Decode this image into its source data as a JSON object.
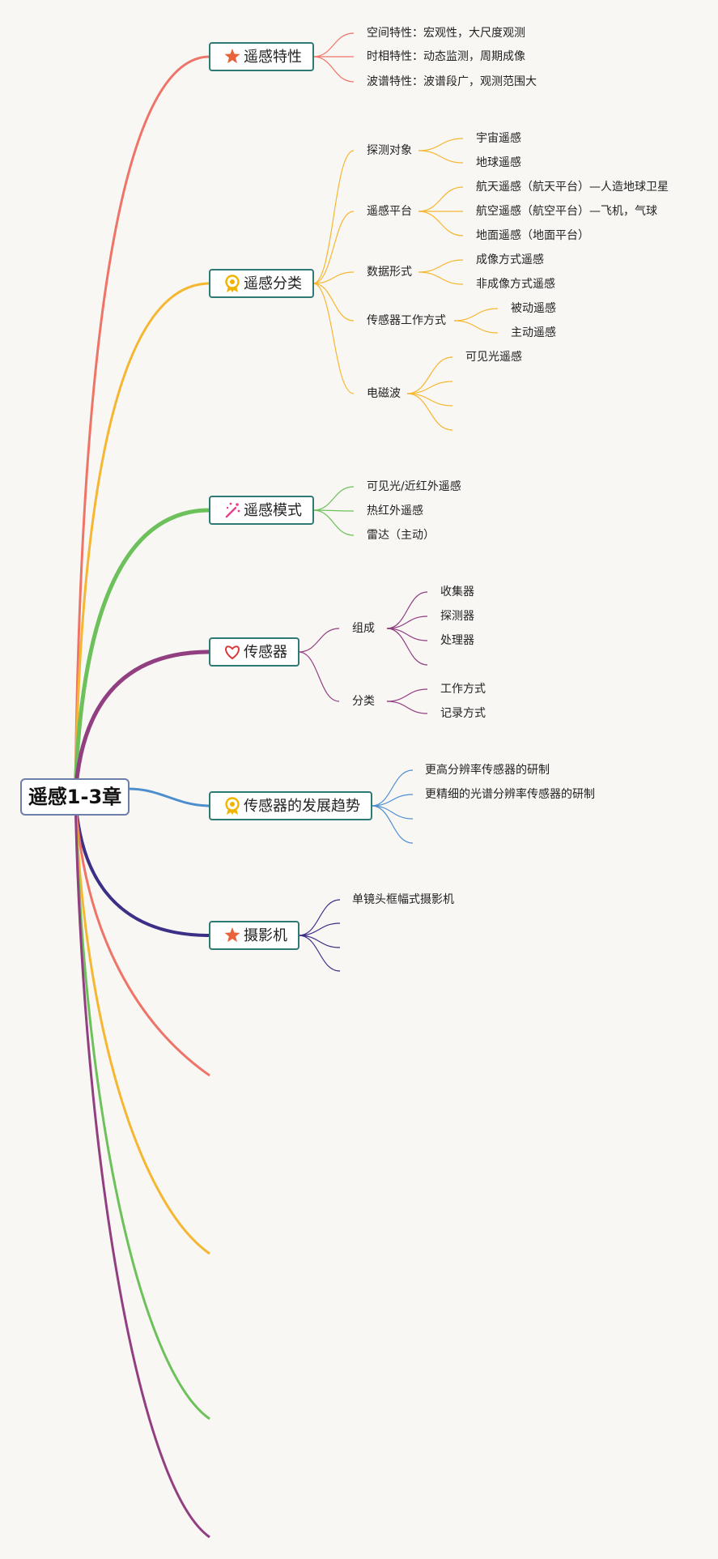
{
  "root": {
    "label": "遥感1-3章"
  },
  "colors": {
    "background": "#f9f7f4",
    "box_border": "#2f7a74",
    "root_border": "#6d7fa8",
    "red": "#ef7468",
    "orange": "#f5b731",
    "green": "#6cc15a",
    "purple": "#923f82",
    "blue": "#4d8fce",
    "indigo": "#3b2f86",
    "star": "#e8623a",
    "badge": "#f0b400",
    "wand": "#e83e8c",
    "heart": "#d83a3a"
  },
  "topics": [
    {
      "label": "遥感特性",
      "icon": "star-icon",
      "children": [
        {
          "label": "空间特性：宏观性，大尺度观测"
        },
        {
          "label": "时相特性：动态监测，周期成像"
        },
        {
          "label": "波谱特性：波谱段广，观测范围大"
        }
      ]
    },
    {
      "label": "遥感分类",
      "icon": "badge-icon",
      "children": [
        {
          "label": "探测对象",
          "children": [
            {
              "label": "宇宙遥感"
            },
            {
              "label": "地球遥感"
            }
          ]
        },
        {
          "label": "遥感平台",
          "children": [
            {
              "label": "航天遥感（航天平台）—人造地球卫星"
            },
            {
              "label": "航空遥感（航空平台）—飞机，气球"
            },
            {
              "label": "地面遥感（地面平台）"
            }
          ]
        },
        {
          "label": "数据形式",
          "children": [
            {
              "label": "成像方式遥感"
            },
            {
              "label": "非成像方式遥感"
            }
          ]
        },
        {
          "label": "传感器工作方式",
          "children": [
            {
              "label": "被动遥感"
            },
            {
              "label": "主动遥感"
            }
          ]
        },
        {
          "label": "电磁波",
          "children": [
            {
              "label": "可见光遥感"
            },
            {
              "label": ""
            },
            {
              "label": ""
            },
            {
              "label": ""
            }
          ]
        }
      ]
    },
    {
      "label": "遥感模式",
      "icon": "wand-icon",
      "children": [
        {
          "label": "可见光/近红外遥感"
        },
        {
          "label": "热红外遥感"
        },
        {
          "label": "雷达（主动）"
        }
      ]
    },
    {
      "label": "传感器",
      "icon": "heart-icon",
      "children": [
        {
          "label": "组成",
          "children": [
            {
              "label": "收集器"
            },
            {
              "label": "探测器"
            },
            {
              "label": "处理器"
            },
            {
              "label": ""
            }
          ]
        },
        {
          "label": "分类",
          "children": [
            {
              "label": "工作方式"
            },
            {
              "label": "记录方式"
            }
          ]
        }
      ]
    },
    {
      "label": "传感器的发展趋势",
      "icon": "badge-icon",
      "children": [
        {
          "label": "更高分辨率传感器的研制"
        },
        {
          "label": "更精细的光谱分辨率传感器的研制"
        },
        {
          "label": ""
        },
        {
          "label": ""
        }
      ]
    },
    {
      "label": "摄影机",
      "icon": "star-icon",
      "children": [
        {
          "label": "单镜头框幅式摄影机"
        },
        {
          "label": ""
        },
        {
          "label": ""
        },
        {
          "label": ""
        }
      ]
    }
  ]
}
